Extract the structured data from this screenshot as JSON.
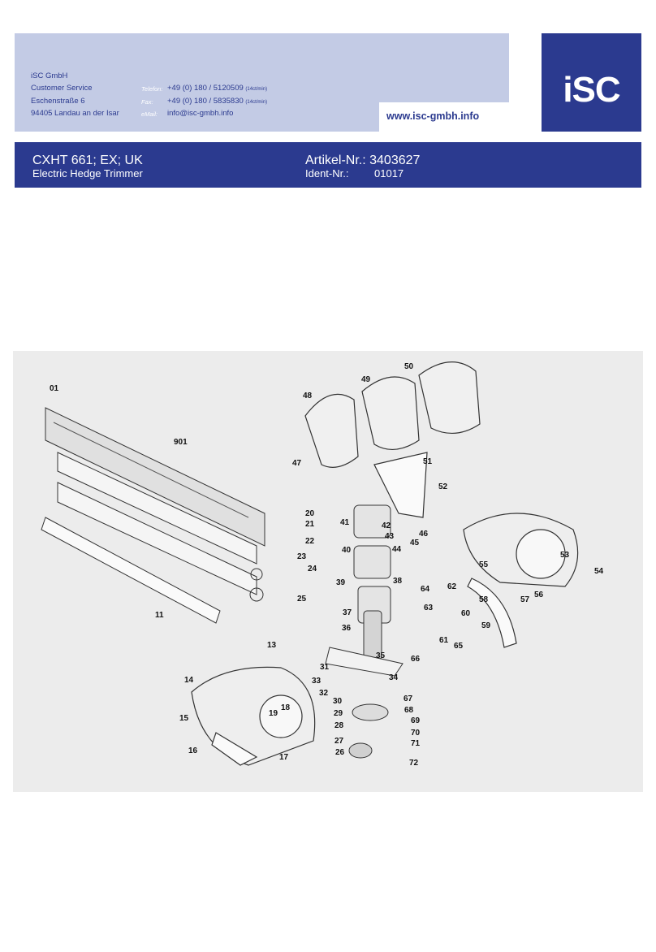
{
  "company": {
    "name": "iSC GmbH",
    "department": "Customer Service",
    "street": "Eschenstraße 6",
    "city": "94405 Landau an der Isar",
    "phone_label": "Telefon:",
    "phone": "+49 (0) 180 / 5120509",
    "phone_rate": "(14ct/min)",
    "fax_label": "Fax:",
    "fax": "+49 (0) 180 / 5835830",
    "fax_rate": "(14ct/min)",
    "email_label": "eMail:",
    "email": "info@isc-gmbh.info",
    "website": "www.isc-gmbh.info",
    "logo_text": "iSC",
    "brand_color": "#2b3a8f",
    "panel_color": "#c3cbe5"
  },
  "product": {
    "model": "CXHT 661; EX; UK",
    "description": "Electric Hedge Trimmer",
    "article_label": "Artikel-Nr.:",
    "article_number": "3403627",
    "ident_label": "Ident-Nr.:",
    "ident_number": "01017"
  },
  "diagram": {
    "part_labels": [
      "01",
      "901",
      "11",
      "13",
      "14",
      "15",
      "16",
      "17",
      "18",
      "19",
      "20",
      "21",
      "22",
      "23",
      "24",
      "25",
      "26",
      "27",
      "28",
      "29",
      "30",
      "31",
      "32",
      "33",
      "34",
      "35",
      "36",
      "37",
      "38",
      "39",
      "40",
      "41",
      "42",
      "43",
      "44",
      "45",
      "46",
      "47",
      "48",
      "49",
      "50",
      "51",
      "52",
      "53",
      "54",
      "55",
      "56",
      "57",
      "58",
      "59",
      "60",
      "61",
      "62",
      "63",
      "64",
      "65",
      "66",
      "67",
      "68",
      "69",
      "70",
      "71",
      "72"
    ]
  }
}
